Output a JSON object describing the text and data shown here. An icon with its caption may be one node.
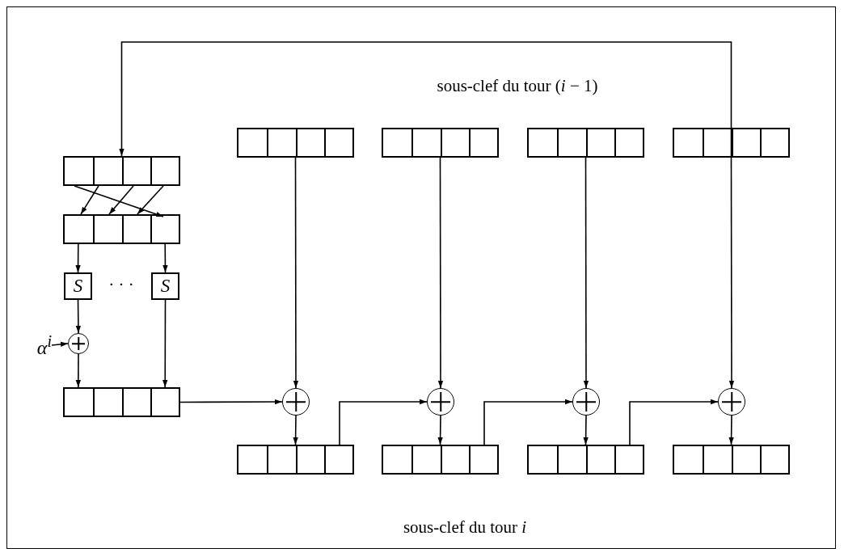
{
  "diagram": {
    "nodes": [
      {
        "text": [],
        "shape": "box"
      },
      {
        "text": [],
        "shape": "box"
      },
      {
        "text": [
          "S"
        ]
      },
      {
        "text": [
          "S"
        ]
      },
      {
        "text": [],
        "shape": "circle"
      },
      {
        "text": [
          "α$^{i}$"
        ]
      },
      {
        "text": [],
        "shape": "box"
      },
      {
        "text": [],
        "shape": "box"
      },
      {
        "text": [],
        "shape": "box"
      },
      {
        "text": [],
        "shape": "box"
      },
      {
        "text": [],
        "shape": "box"
      },
      {
        "text": [],
        "shape": "circle"
      },
      {
        "text": [],
        "shape": "circle"
      },
      {
        "text": [],
        "shape": "circle"
      },
      {
        "text": [],
        "shape": "circle"
      },
      {
        "text": [],
        "shape": "box"
      },
      {
        "text": [],
        "shape": "box"
      },
      {
        "text": [],
        "shape": "box"
      },
      {
        "text": [],
        "shape": "box"
      }
    ],
    "edges": [
      {
        "from": 10,
        "to": 0,
        "arrow": "to"
      },
      {
        "from": 0,
        "to": 1,
        "arrow": "to"
      },
      {
        "from": 0,
        "to": 1,
        "arrow": "to"
      },
      {
        "from": 0,
        "to": 1,
        "arrow": "to"
      },
      {
        "from": 0,
        "to": 1,
        "arrow": "to"
      },
      {
        "from": 1,
        "to": 2,
        "arrow": "to"
      },
      {
        "from": 1,
        "to": 3,
        "arrow": "to"
      },
      {
        "from": 2,
        "to": 4,
        "arrow": "to"
      },
      {
        "from": 5,
        "to": 4,
        "arrow": "to"
      },
      {
        "from": 4,
        "to": 6,
        "arrow": "to"
      },
      {
        "from": 3,
        "to": 6,
        "arrow": "to"
      },
      {
        "from": 6,
        "to": 11,
        "arrow": "to"
      },
      {
        "from": 7,
        "to": 11,
        "arrow": "to"
      },
      {
        "from": 11,
        "to": 15,
        "arrow": "to"
      },
      {
        "from": 15,
        "to": 12,
        "arrow": "to"
      },
      {
        "from": 8,
        "to": 12,
        "arrow": "to"
      },
      {
        "from": 12,
        "to": 16,
        "arrow": "to"
      },
      {
        "from": 16,
        "to": 13,
        "arrow": "to"
      },
      {
        "from": 9,
        "to": 13,
        "arrow": "to"
      },
      {
        "from": 13,
        "to": 17,
        "arrow": "to"
      },
      {
        "from": 17,
        "to": 14,
        "arrow": "to"
      },
      {
        "from": 10,
        "to": 14,
        "arrow": "to"
      },
      {
        "from": 14,
        "to": 18,
        "arrow": "to"
      }
    ],
    "labels": [
      "sous-clef du tour (*i* − 1)",
      "· · ·",
      "sous-clef du tour *i*"
    ]
  }
}
